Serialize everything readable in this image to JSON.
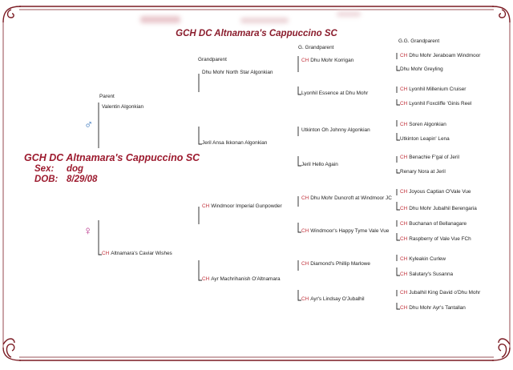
{
  "title": "GCH DC Altnamara's Cappuccino SC",
  "subject": {
    "name": "GCH DC  Altnamara's Cappuccino SC",
    "sex_label": "Sex:",
    "sex_value": "dog",
    "dob_label": "DOB:",
    "dob_value": "8/29/08"
  },
  "headers": {
    "parent": "Parent",
    "grandparent": "Grandparent",
    "g_grandparent": "G. Grandparent",
    "gg_grandparent": "G.G. Grandparent"
  },
  "symbols": {
    "male": "♂",
    "female": "♀"
  },
  "ch_label": "CH",
  "parents": [
    {
      "name": "Valentin Algonkian",
      "ch": false
    },
    {
      "name": "Altnamara's Caviar Wishes",
      "ch": true
    }
  ],
  "grandparents": [
    {
      "name": "Dhu Mohr North Star Algonkian",
      "ch": false
    },
    {
      "name": "Jeril Ansa Ikkonan Algonkian",
      "ch": false
    },
    {
      "name": "Windmoor Imperial Gunpowder",
      "ch": true
    },
    {
      "name": "Ayr Machrihanish O'Altnamara",
      "ch": true
    }
  ],
  "g_grandparents": [
    {
      "name": "Dhu Mohr Korrigan",
      "ch": true
    },
    {
      "name": "Lyonhil Essence at Dhu Mohr",
      "ch": false
    },
    {
      "name": "Utkinton Oh Johnny Algonkian",
      "ch": false
    },
    {
      "name": "Jeril Hello Again",
      "ch": false
    },
    {
      "name": "Dhu Mohr Duncroft at Windmoor JC",
      "ch": true
    },
    {
      "name": "Windmoor's Happy Tyme Vale Vue",
      "ch": true
    },
    {
      "name": "Diamond's Phillip Marlowe",
      "ch": true
    },
    {
      "name": "Ayr's Lindsay O'Jubalhil",
      "ch": true
    }
  ],
  "gg_grandparents": [
    {
      "name": "Dhu Mohr Jeraboam Windmoor",
      "ch": true
    },
    {
      "name": "Dhu Mohr Greyling",
      "ch": false
    },
    {
      "name": "Lyonhil Millenium Cruiser",
      "ch": true
    },
    {
      "name": "Lyonhil Foxcliffe 'Ginis Reel",
      "ch": true
    },
    {
      "name": "Soren Algonkian",
      "ch": true
    },
    {
      "name": "Utkinton Leapin' Lena",
      "ch": false
    },
    {
      "name": "Benachie F'gal of Jeril",
      "ch": true
    },
    {
      "name": "Renary Nora at Jeril",
      "ch": false
    },
    {
      "name": "Joyous Captian O'Vale Vue",
      "ch": true
    },
    {
      "name": "Dhu Mohr Jubalhil Berengaria",
      "ch": true
    },
    {
      "name": "Buchanan of Bellanagare",
      "ch": true
    },
    {
      "name": "Raspberry of Vale Vue FCh",
      "ch": true
    },
    {
      "name": "Kyleakin Curlew",
      "ch": true
    },
    {
      "name": "Salutary's Susanna",
      "ch": true
    },
    {
      "name": "Jubalhil King David o'Dhu Mohr",
      "ch": true
    },
    {
      "name": "Dhu Mohr Ayr's Tantallan",
      "ch": true
    }
  ]
}
